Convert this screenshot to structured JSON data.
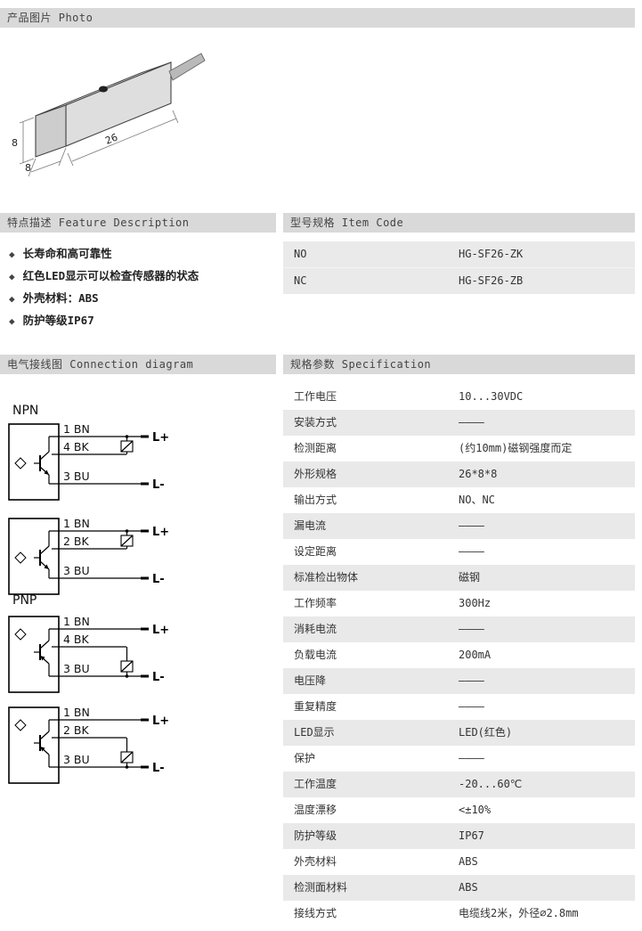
{
  "sections": {
    "photo": {
      "title": "产品图片 Photo",
      "dim_height": "8",
      "dim_width": "8",
      "dim_length": "26"
    },
    "features": {
      "title": "特点描述 Feature Description",
      "bullet": "◆",
      "items": [
        "长寿命和高可靠性",
        "红色LED显示可以检查传感器的状态",
        "外壳材料：ABS",
        "防护等级IP67"
      ]
    },
    "item_code": {
      "title": "型号规格 Item Code",
      "rows": [
        {
          "label": "NO",
          "value": "HG-SF26-ZK"
        },
        {
          "label": "NC",
          "value": "HG-SF26-ZB"
        }
      ]
    },
    "connection": {
      "title": "电气接线图 Connection diagram",
      "npn_label": "NPN",
      "pnp_label": "PNP",
      "diagrams": [
        {
          "wires": [
            "1 BN",
            "4 BK",
            "3 BU"
          ],
          "lplus": "L+",
          "lminus": "L-"
        },
        {
          "wires": [
            "1 BN",
            "2 BK",
            "3 BU"
          ],
          "lplus": "L+",
          "lminus": "L-"
        },
        {
          "wires": [
            "1 BN",
            "4 BK",
            "3 BU"
          ],
          "lplus": "L+",
          "lminus": "L-"
        },
        {
          "wires": [
            "1 BN",
            "2 BK",
            "3 BU"
          ],
          "lplus": "L+",
          "lminus": "L-"
        }
      ]
    },
    "specification": {
      "title": "规格参数 Specification",
      "rows": [
        {
          "label": "工作电压",
          "value": "10...30VDC"
        },
        {
          "label": "安装方式",
          "value": "————"
        },
        {
          "label": "检测距离",
          "value": "(约10mm)磁钢强度而定"
        },
        {
          "label": "外形规格",
          "value": "26*8*8"
        },
        {
          "label": "输出方式",
          "value": "NO、NC"
        },
        {
          "label": "漏电流",
          "value": "————"
        },
        {
          "label": "设定距离",
          "value": "————"
        },
        {
          "label": "标准检出物体",
          "value": "磁钢"
        },
        {
          "label": "工作频率",
          "value": "300Hz"
        },
        {
          "label": "消耗电流",
          "value": "————"
        },
        {
          "label": "负载电流",
          "value": "200mA"
        },
        {
          "label": "电压降",
          "value": "————"
        },
        {
          "label": "重复精度",
          "value": "————"
        },
        {
          "label": "LED显示",
          "value": "LED(红色)"
        },
        {
          "label": "保护",
          "value": "————"
        },
        {
          "label": "工作温度",
          "value": "-20...60℃"
        },
        {
          "label": "温度漂移",
          "value": "<±10%"
        },
        {
          "label": "防护等级",
          "value": "IP67"
        },
        {
          "label": "外壳材料",
          "value": "ABS"
        },
        {
          "label": "检测面材料",
          "value": "ABS"
        },
        {
          "label": "接线方式",
          "value": "电缆线2米，外径∅2.8mm"
        }
      ]
    }
  }
}
